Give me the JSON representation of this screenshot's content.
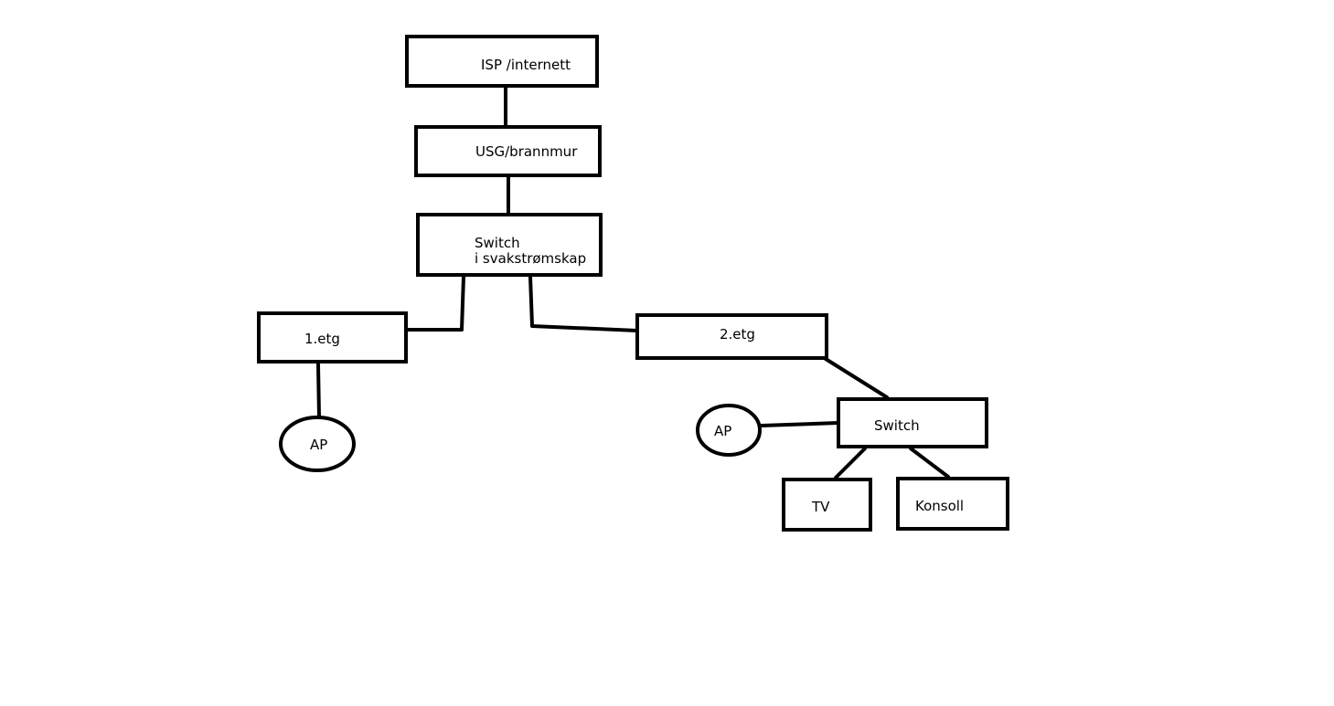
{
  "diagram": {
    "nodes": {
      "isp": {
        "label": "ISP /internett"
      },
      "usg": {
        "label": "USG/brannmur"
      },
      "core_switch": {
        "line1": "Switch",
        "line2": "i svakstrømskap"
      },
      "floor1": {
        "label": "1.etg"
      },
      "floor1_ap": {
        "label": "AP"
      },
      "floor2": {
        "label": "2.etg"
      },
      "floor2_switch": {
        "label": "Switch"
      },
      "floor2_ap": {
        "label": "AP"
      },
      "tv": {
        "label": "TV"
      },
      "console": {
        "label": "Konsoll"
      }
    },
    "edges": [
      {
        "from": "isp",
        "to": "usg"
      },
      {
        "from": "usg",
        "to": "core_switch"
      },
      {
        "from": "core_switch",
        "to": "floor1"
      },
      {
        "from": "core_switch",
        "to": "floor2"
      },
      {
        "from": "floor1",
        "to": "floor1_ap"
      },
      {
        "from": "floor2",
        "to": "floor2_switch"
      },
      {
        "from": "floor2_switch",
        "to": "floor2_ap"
      },
      {
        "from": "floor2_switch",
        "to": "tv"
      },
      {
        "from": "floor2_switch",
        "to": "console"
      }
    ],
    "stroke_color": "#000000",
    "background_color": "#ffffff"
  }
}
